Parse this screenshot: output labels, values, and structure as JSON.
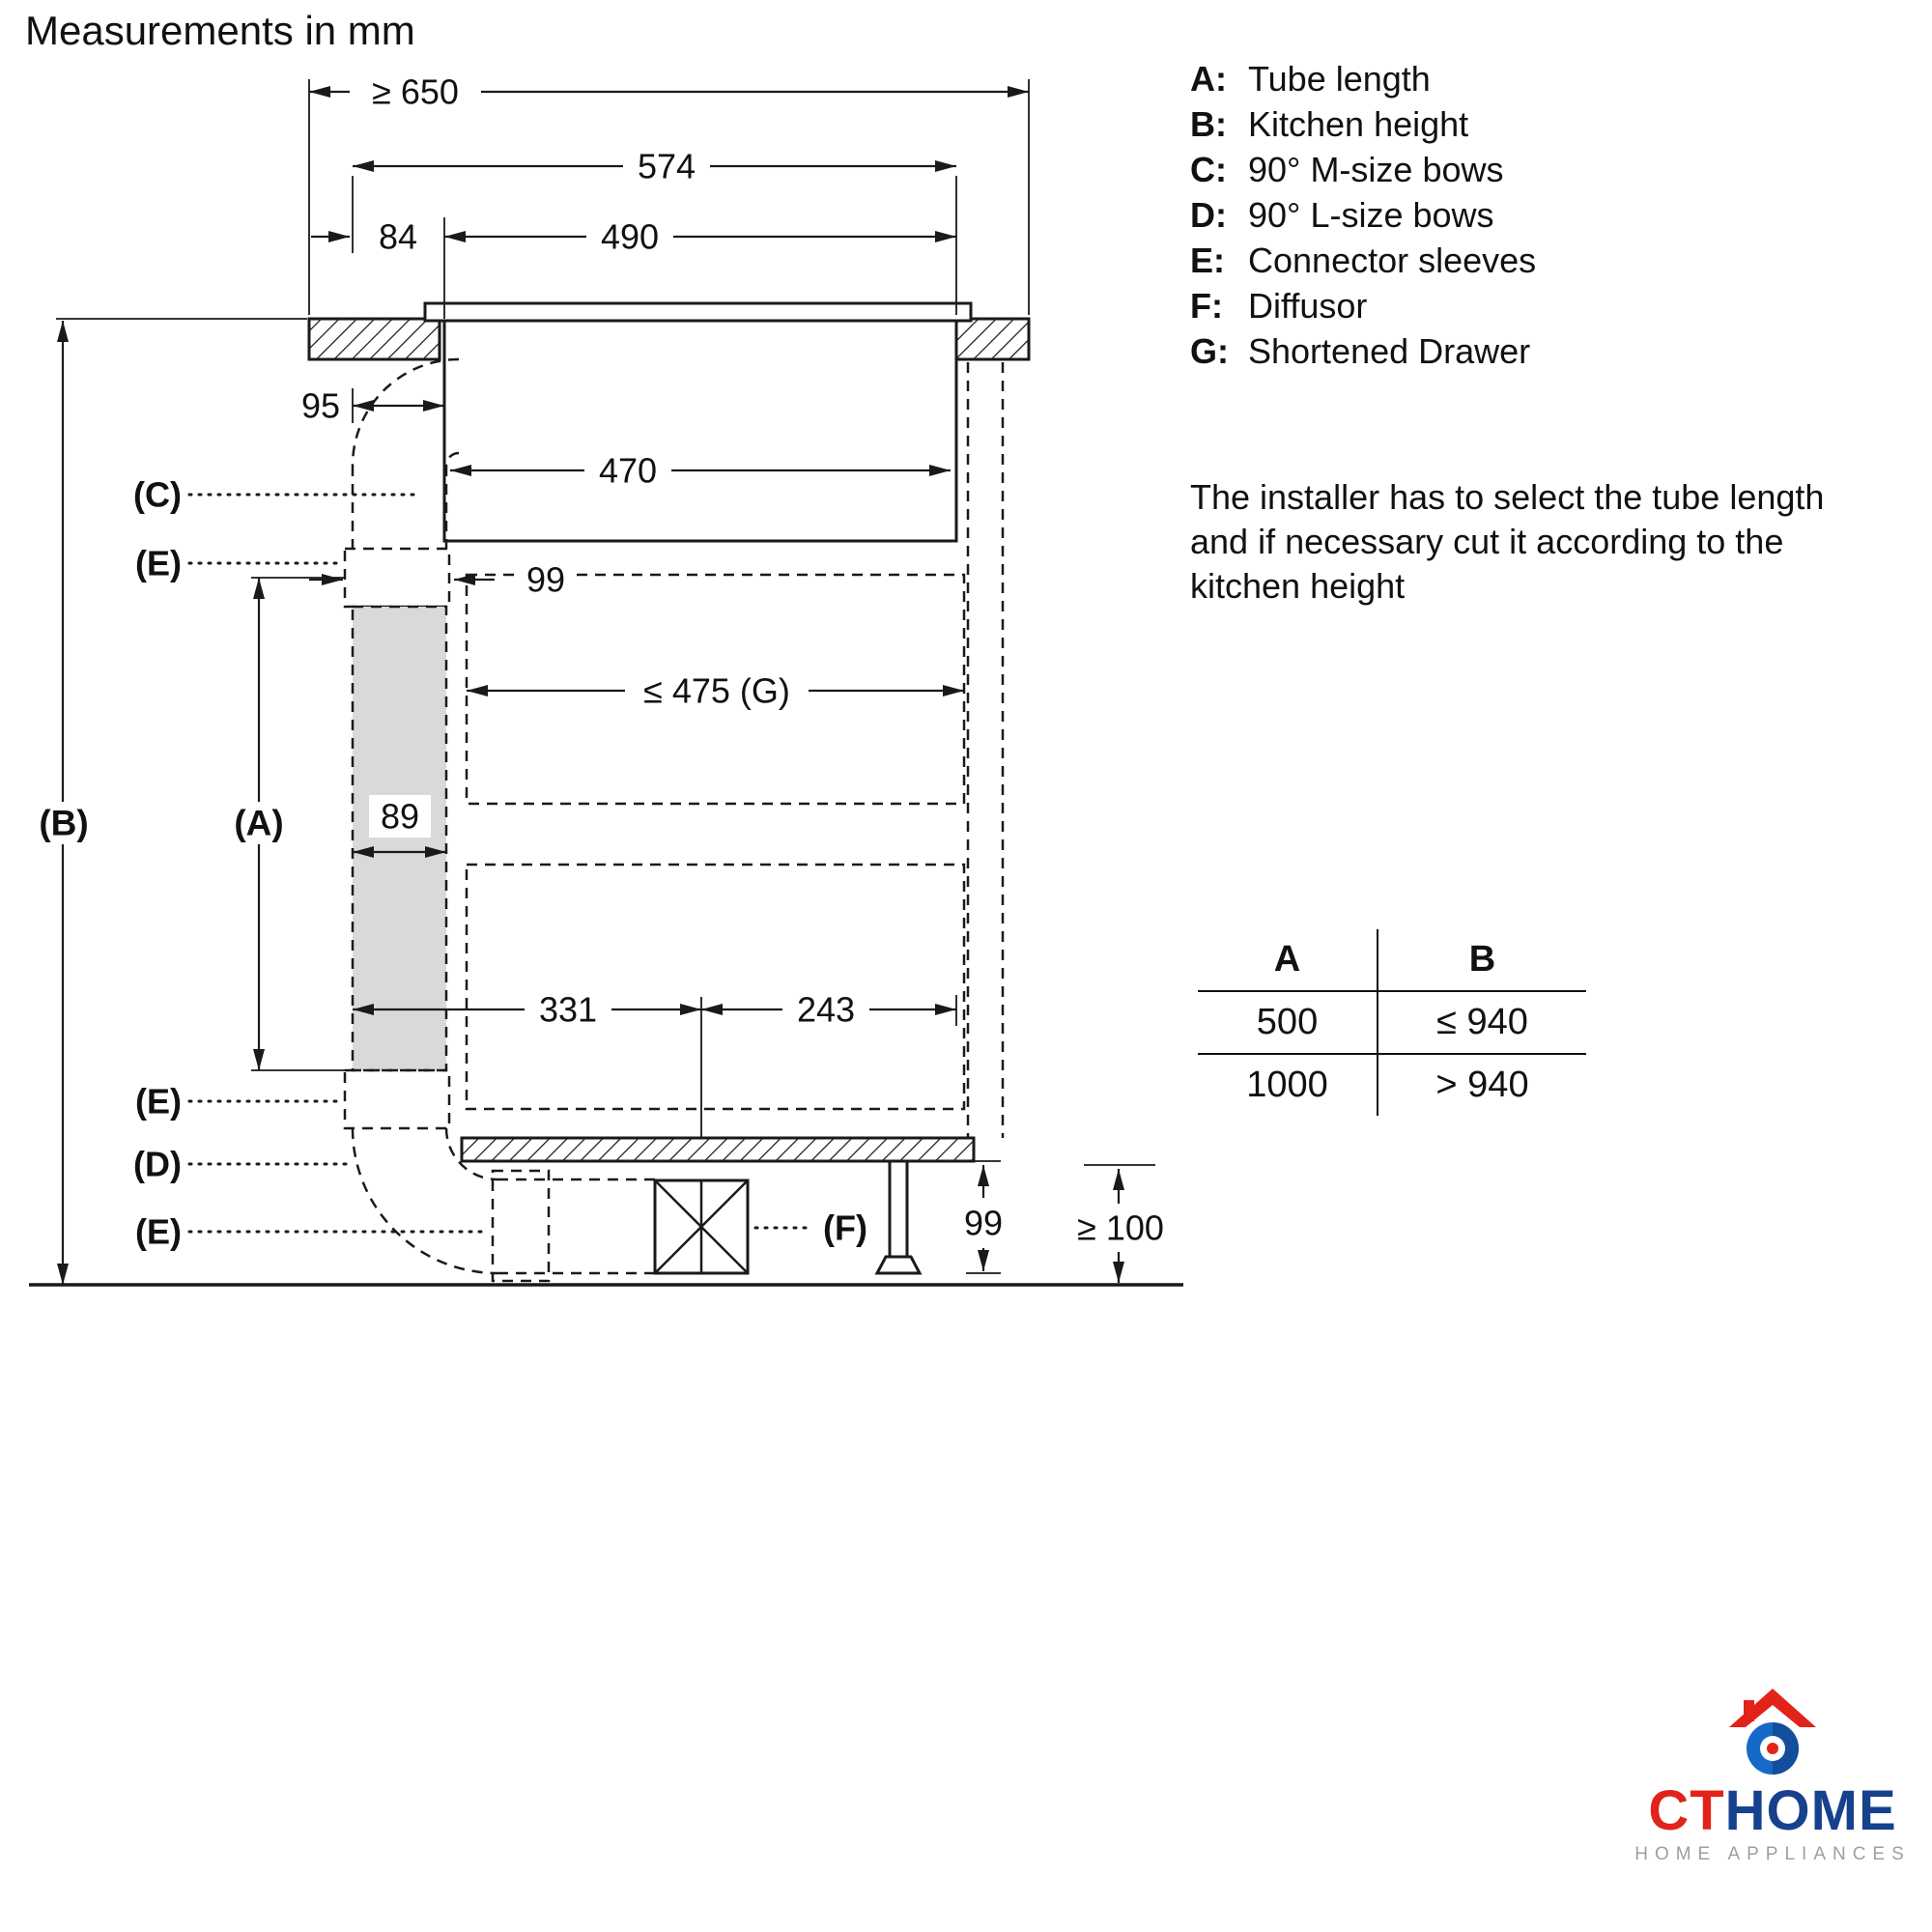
{
  "title": "Measurements in mm",
  "dims": {
    "min_width": "≥ 650",
    "w574": "574",
    "w84": "84",
    "w490": "490",
    "w95": "95",
    "w470": "470",
    "w99": "99",
    "drawer": "≤ 475 (G)",
    "tube_length": "(A)",
    "kitchen_height": "(B)",
    "w89": "89",
    "w331": "331",
    "w243": "243",
    "h99": "99",
    "clearance": "≥ 100"
  },
  "callouts": {
    "c": "(C)",
    "e1": "(E)",
    "e2": "(E)",
    "d": "(D)",
    "e3": "(E)",
    "f": "(F)"
  },
  "legend": {
    "items": [
      {
        "k": "A:",
        "v": "Tube length"
      },
      {
        "k": "B:",
        "v": "Kitchen height"
      },
      {
        "k": "C:",
        "v": "90° M-size bows"
      },
      {
        "k": "D:",
        "v": "90° L-size bows"
      },
      {
        "k": "E:",
        "v": "Connector sleeves"
      },
      {
        "k": "F:",
        "v": "Diffusor"
      },
      {
        "k": "G:",
        "v": "Shortened Drawer"
      }
    ]
  },
  "note": "The installer has to select the tube length and if necessary cut it according to the kitchen height",
  "table": {
    "headers": [
      "A",
      "B"
    ],
    "rows": [
      [
        "500",
        "≤ 940"
      ],
      [
        "1000",
        "> 940"
      ]
    ]
  },
  "logo": {
    "brand_primary": "CT",
    "brand_secondary": "HOME",
    "subtitle": "HOME APPLIANCES"
  },
  "colors": {
    "line": "#1a1a1a",
    "tube_fill": "#d9d9d9",
    "logo_red": "#e2231a",
    "logo_blue": "#1669c9",
    "logo_text_blue": "#16418c",
    "subtitle_gray": "#9aa0a6"
  }
}
